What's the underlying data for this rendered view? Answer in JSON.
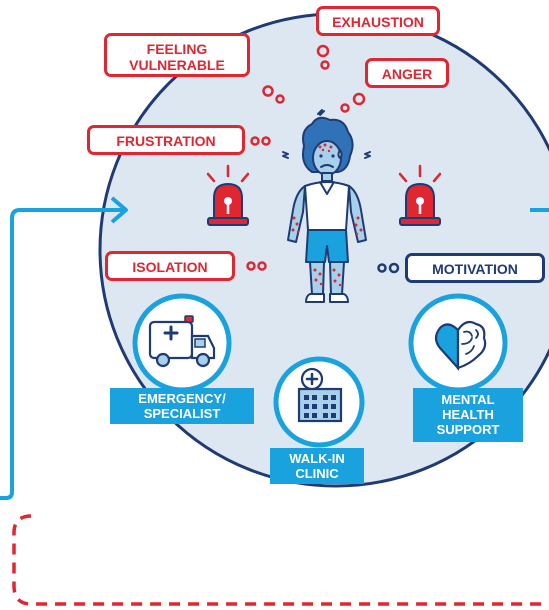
{
  "emotions": {
    "feeling_vulnerable": [
      "FEELING",
      "VULNERABLE"
    ],
    "exhaustion": "EXHAUSTION",
    "anger": "ANGER",
    "frustration": "FRUSTRATION",
    "isolation": "ISOLATION",
    "motivation": "MOTIVATION"
  },
  "services": {
    "emergency": [
      "EMERGENCY/",
      "SPECIALIST"
    ],
    "walk_in": [
      "WALK-IN",
      "CLINIC"
    ],
    "mental_health": [
      "MENTAL",
      "HEALTH",
      "SUPPORT"
    ]
  },
  "colors": {
    "circle_fill": "#dde7f1",
    "navy": "#1f3b73",
    "red": "#e02631",
    "blue": "#1aa2de",
    "skin": "#a8d0ea",
    "hair": "#2f72b8"
  },
  "icons": [
    "ambulance-icon",
    "hospital-building-icon",
    "heart-brain-icon",
    "alarm-siren-icon",
    "person-distressed-icon"
  ]
}
